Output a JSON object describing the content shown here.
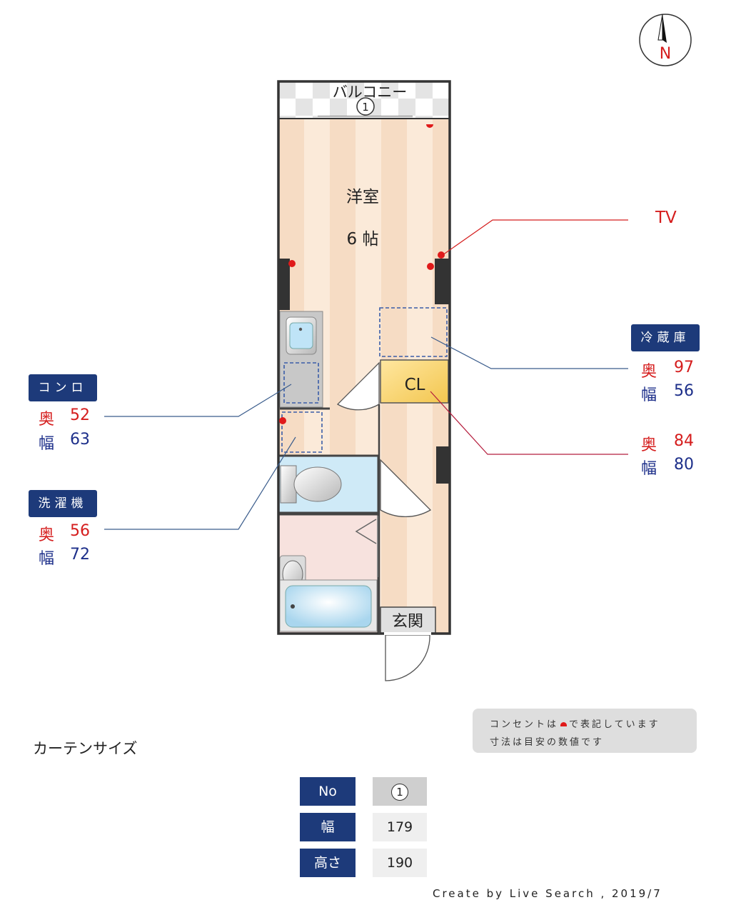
{
  "compass": {
    "north_label": "N"
  },
  "rooms": {
    "balcony": "バルコニー",
    "balcony_window_no": "1",
    "western_room": "洋室",
    "western_room_size": "6 帖",
    "closet": "CL",
    "entrance": "玄関"
  },
  "callouts": {
    "tv": "TV",
    "fridge": {
      "title": "冷蔵庫",
      "depth_label": "奥",
      "depth": "97",
      "width_label": "幅",
      "width": "56"
    },
    "closet": {
      "depth_label": "奥",
      "depth": "84",
      "width_label": "幅",
      "width": "80"
    },
    "stove": {
      "title": "コンロ",
      "depth_label": "奥",
      "depth": "52",
      "width_label": "幅",
      "width": "63"
    },
    "washer": {
      "title": "洗濯機",
      "depth_label": "奥",
      "depth": "56",
      "width_label": "幅",
      "width": "72"
    }
  },
  "notes": {
    "line1_a": "コンセントは",
    "line1_b": "で表記しています",
    "line2": "寸法は目安の数値です"
  },
  "curtain": {
    "heading": "カーテンサイズ",
    "rows": [
      {
        "header": "No",
        "value": "1"
      },
      {
        "header": "幅",
        "value": "179"
      },
      {
        "header": "高さ",
        "value": "190"
      }
    ]
  },
  "credit": "Create by Live Search , 2019/7",
  "colors": {
    "navy": "#1d3a7a",
    "red": "#d51d1d",
    "blue": "#1d2f8a",
    "floor_wood": "#f5ddc4",
    "bath": "#cde9f5"
  }
}
